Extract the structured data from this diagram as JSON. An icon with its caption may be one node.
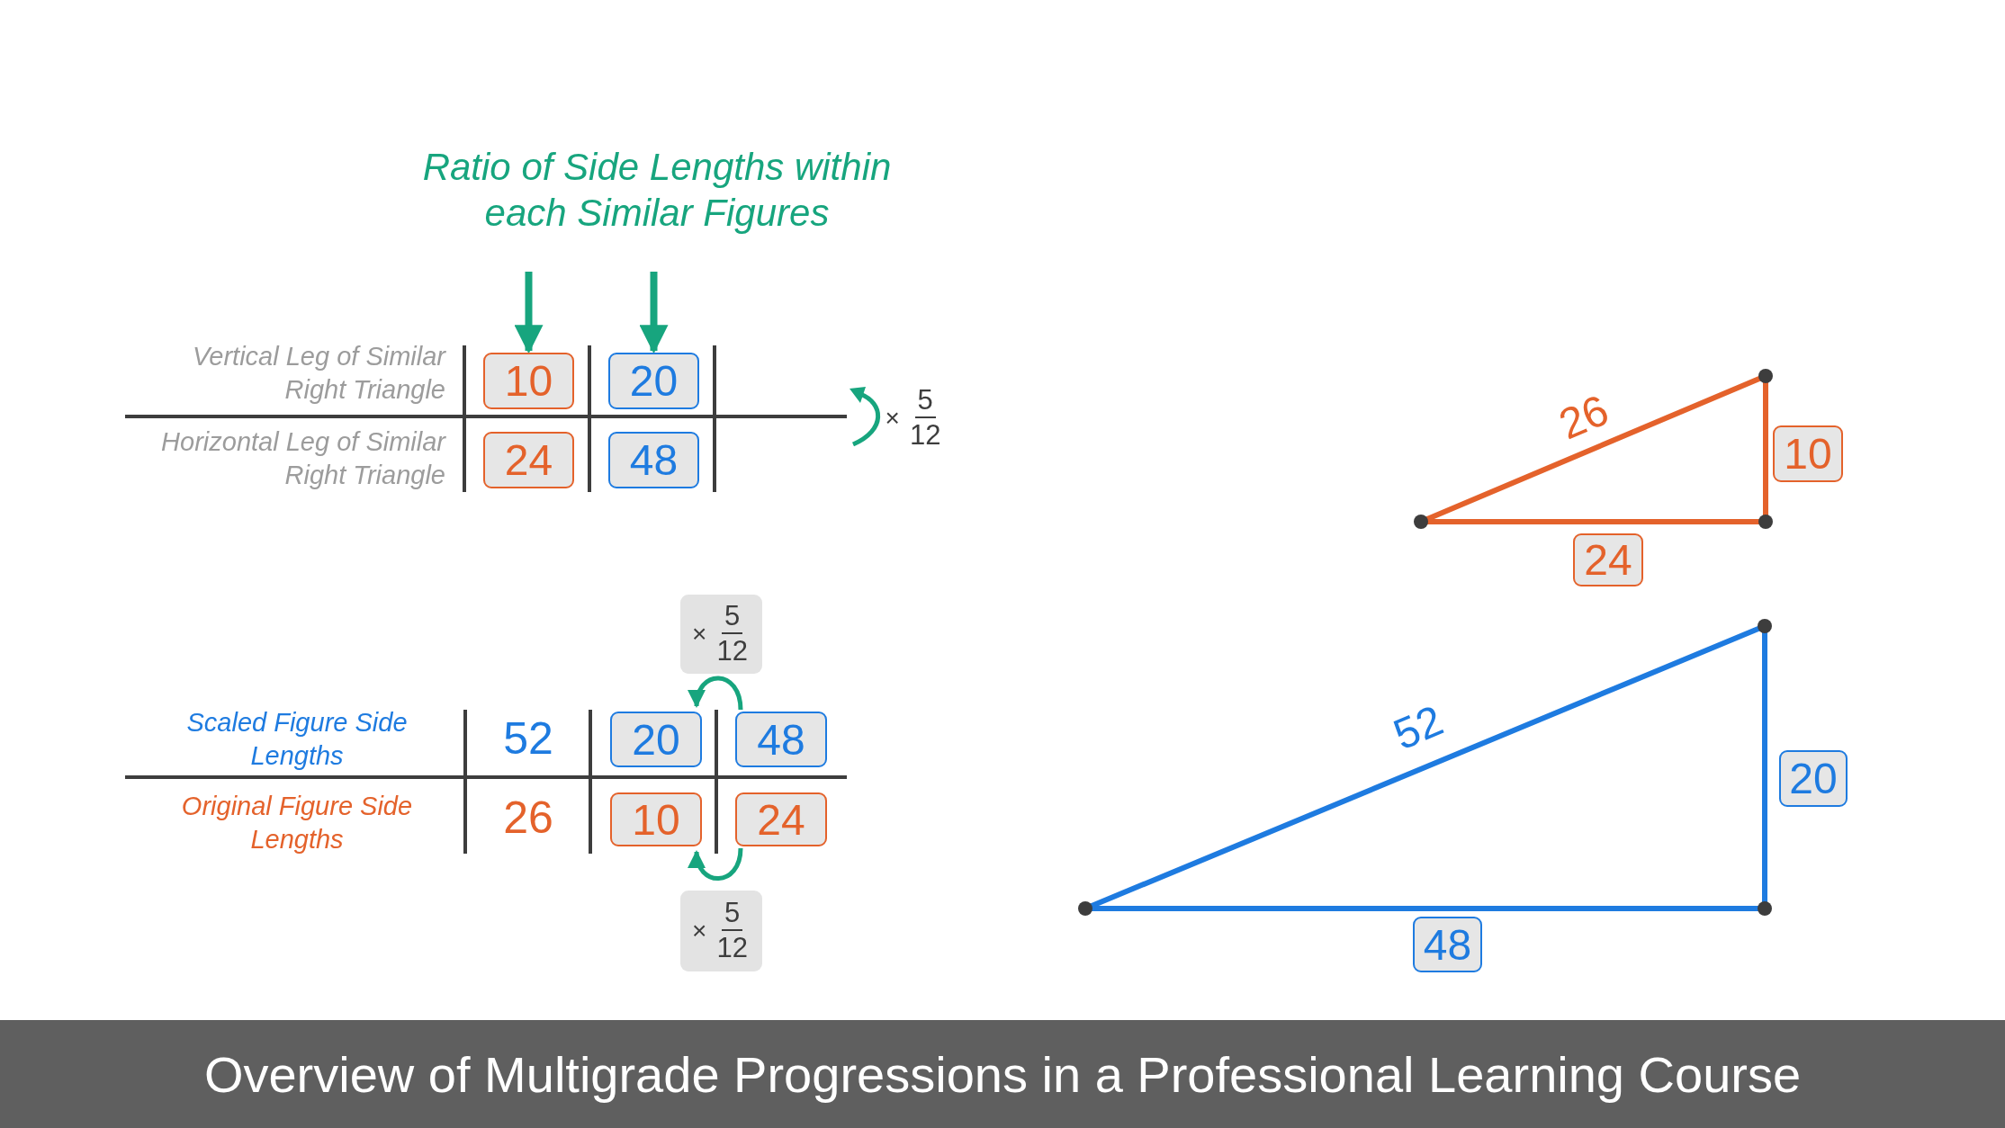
{
  "diagram": {
    "title": "Ratio of Side Lengths within each Similar Figures",
    "caption": "Overview of Multigrade Progressions in a Professional Learning Course",
    "nodes": [
      {
        "text": [
          "10"
        ]
      },
      {
        "text": [
          "20"
        ]
      },
      {
        "text": [
          "24"
        ]
      },
      {
        "text": [
          "48"
        ]
      },
      {
        "text": [
          "×",
          "5",
          "12"
        ]
      },
      {
        "text": [
          "×",
          "5",
          "12"
        ]
      },
      {
        "text": [
          "20"
        ]
      },
      {
        "text": [
          "48"
        ]
      },
      {
        "text": [
          "10"
        ]
      },
      {
        "text": [
          "24"
        ]
      },
      {
        "text": [
          "×",
          "5",
          "12"
        ]
      },
      {
        "text": [
          "10"
        ]
      },
      {
        "text": [
          "24"
        ]
      },
      {
        "text": [
          "20"
        ]
      },
      {
        "text": [
          "48"
        ]
      }
    ],
    "edges": [
      {
        "from": null,
        "to": 0,
        "arrow": "to"
      },
      {
        "from": null,
        "to": 1,
        "arrow": "to"
      },
      {
        "from": 7,
        "to": 6,
        "arrow": "to"
      },
      {
        "from": 9,
        "to": 8,
        "arrow": "to"
      }
    ],
    "labels": [
      "Vertical Leg of Similar Right Triangle",
      "Horizontal Leg of Similar Right Triangle",
      "26",
      "Scaled Figure Side Lengths",
      "52",
      "Original Figure Side Lengths",
      "26",
      "52"
    ]
  }
}
